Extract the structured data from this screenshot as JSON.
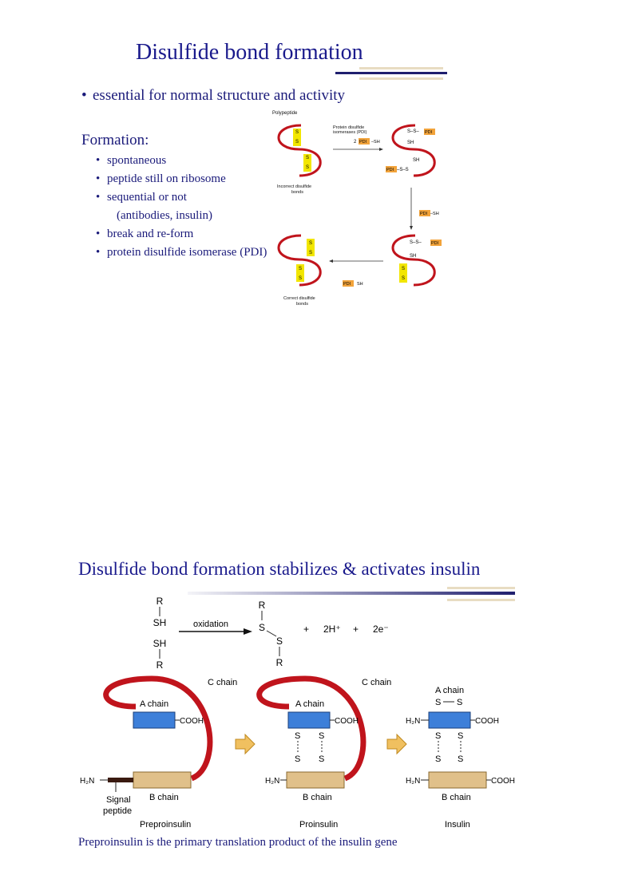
{
  "slide1": {
    "title": "Disulfide bond formation",
    "bullet_main": "essential for normal structure and activity",
    "formation_heading": "Formation:",
    "items": [
      {
        "text": "spontaneous",
        "indent": false
      },
      {
        "text": "peptide still on ribosome",
        "indent": false
      },
      {
        "text": "sequential or not",
        "indent": false
      },
      {
        "text": "(antibodies, insulin)",
        "indent": true
      },
      {
        "text": "break and re-form",
        "indent": false
      },
      {
        "text": "protein disulfide isomerase (PDI)",
        "indent": false
      }
    ],
    "figure": {
      "polypeptide": "Polypeptide",
      "pdi_label_1": "Protein disulfide",
      "pdi_label_2": "isomerases (PDI)",
      "incorrect_1": "Incorrect disulfide",
      "incorrect_2": "bonds",
      "correct_1": "Correct disulfide",
      "correct_2": "bonds",
      "pdi": "PDI",
      "sh": "SH",
      "s": "S",
      "two": "2",
      "pdi_sh": "–SH",
      "ss": "S–S–",
      "s_s": "–S–S"
    }
  },
  "slide2": {
    "title": "Disulfide bond formation stabilizes & activates insulin",
    "reaction": {
      "r": "R",
      "sh": "SH",
      "s": "S",
      "oxidation": "oxidation",
      "plus": "+",
      "h": "2H⁺",
      "e": "2e⁻"
    },
    "diagram": {
      "c_chain": "C chain",
      "a_chain": "A chain",
      "b_chain": "B chain",
      "cooh": "COOH",
      "h2n": "H₂N",
      "signal_1": "Signal",
      "signal_2": "peptide",
      "s": "S",
      "preproinsulin": "Preproinsulin",
      "proinsulin": "Proinsulin",
      "insulin": "Insulin"
    },
    "caption": "Preproinsulin is the primary translation product of the insulin gene"
  },
  "colors": {
    "title": "#1a1a8c",
    "chain_red": "#c0141c",
    "a_chain_blue": "#3d7fd9",
    "b_chain_tan": "#e0c08a",
    "ss_yellow": "#f2e600",
    "pdi_orange": "#f2a33a",
    "arrow_gold": "#f0c060"
  }
}
